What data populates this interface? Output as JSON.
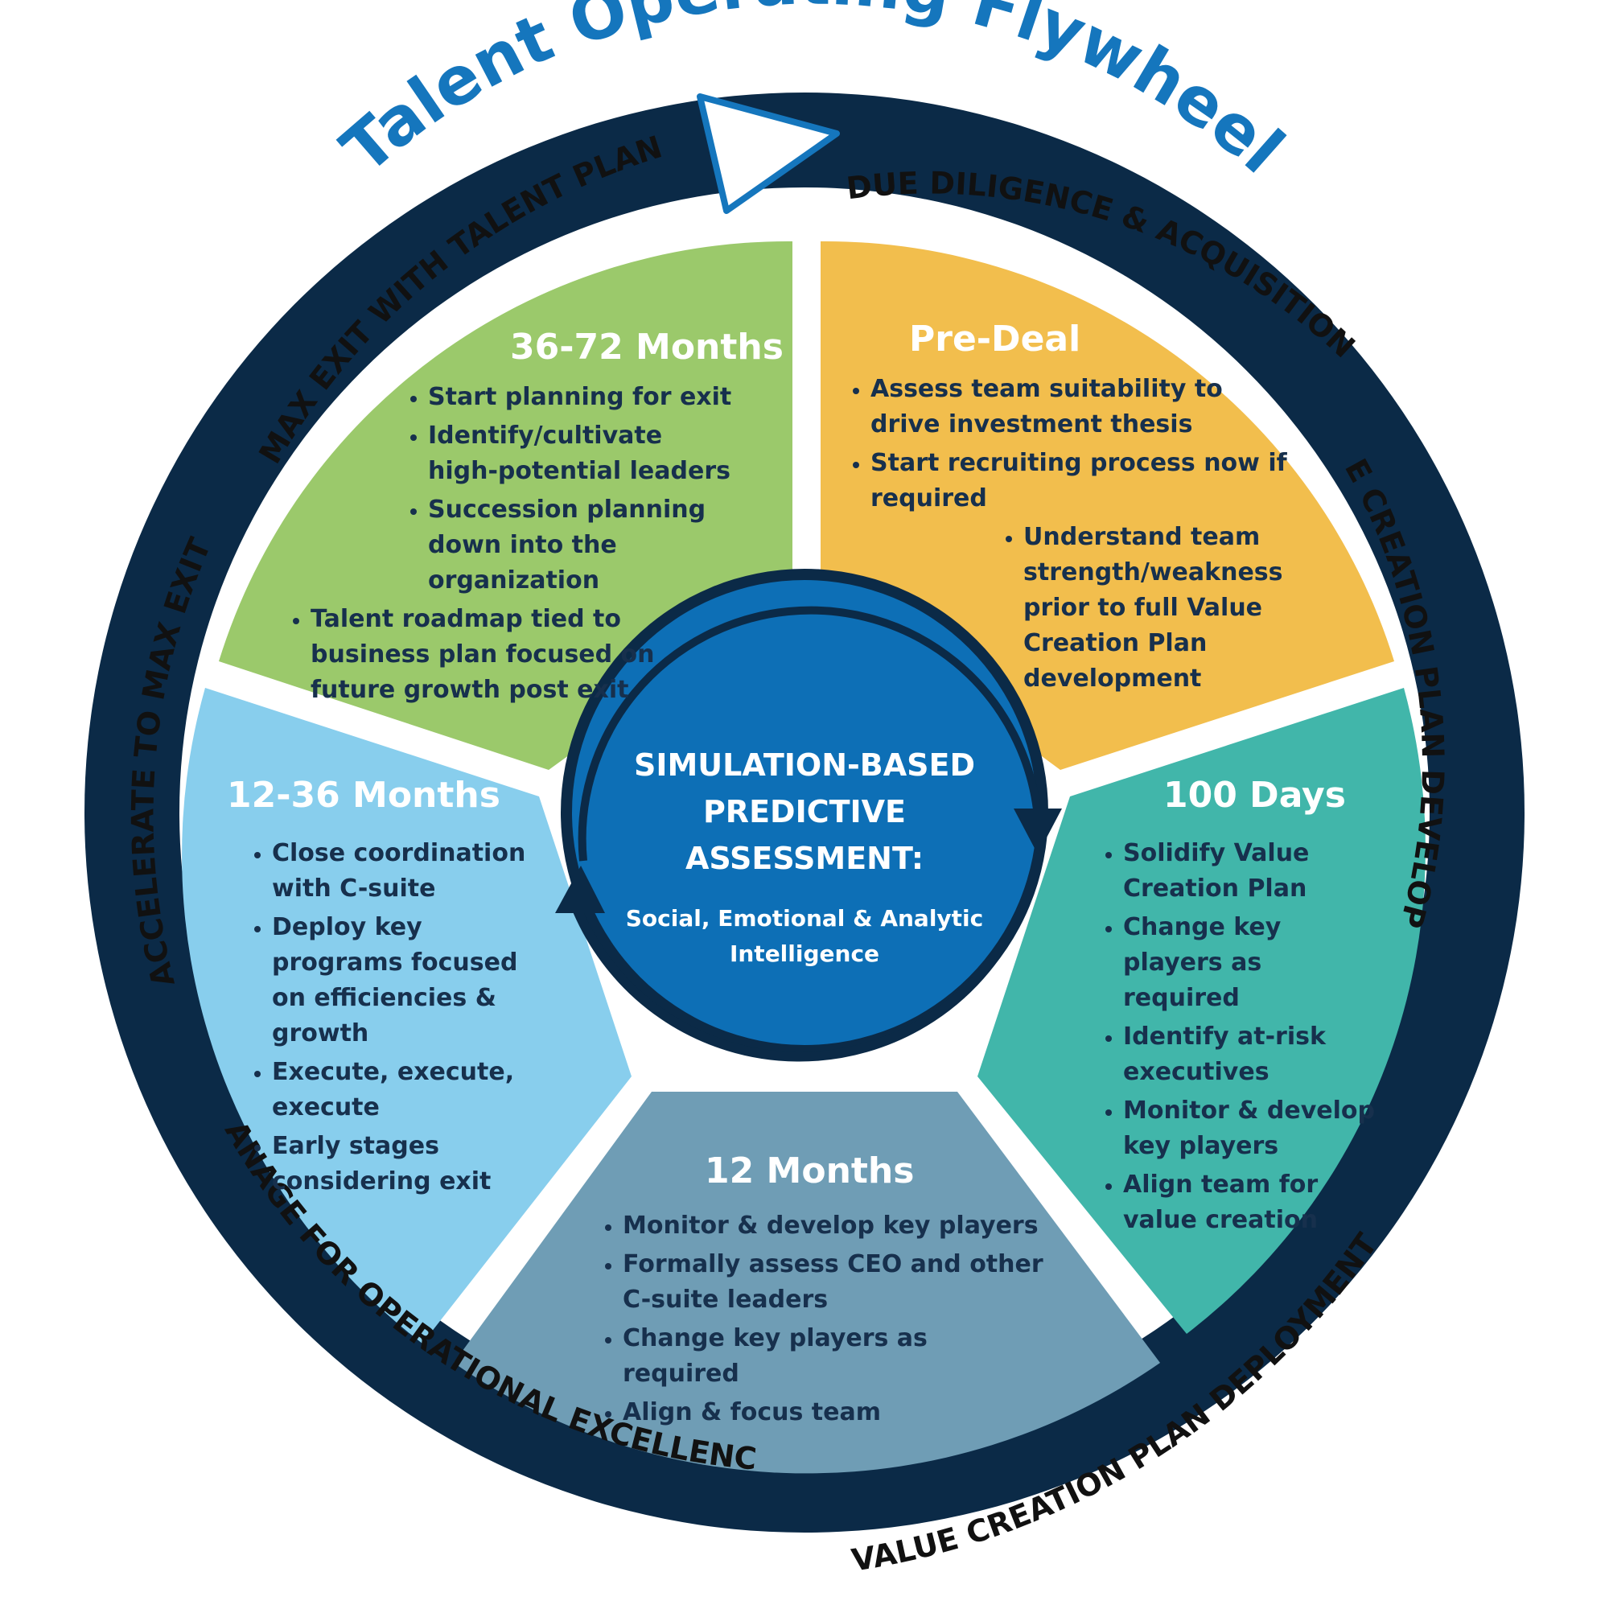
{
  "title": "Talent Operating Flywheel",
  "ring_labels": {
    "due_diligence": "DUE DILIGENCE & ACQUISITION",
    "vcp_development": "VALUE CREATION PLAN DEVELOPMENT",
    "vcp_deployment": "VALUE CREATION PLAN DEPLOYMENT",
    "operational_excellence": "MANAGE FOR OPERATIONAL EXCELLENCE",
    "accelerate": "ACCELERATE TO MAX EXIT",
    "max_exit": "MAX EXIT WITH TALENT PLAN"
  },
  "segments": {
    "pre_deal": {
      "title": "Pre-Deal",
      "color": "#f2be4d",
      "items": [
        "Assess team suitability to drive investment thesis",
        "Start recruiting process now if required",
        "Understand team strength/weakness prior to full Value Creation Plan development"
      ]
    },
    "hundred_days": {
      "title": "100 Days",
      "color": "#41b6aa",
      "items": [
        "Solidify Value Creation Plan",
        "Change key players as required",
        "Identify at-risk executives",
        "Monitor & develop key players",
        "Align team for value creation"
      ]
    },
    "twelve_months": {
      "title": "12 Months",
      "color": "#6f9db5",
      "items": [
        "Monitor & develop key players",
        "Formally assess CEO and other C-suite leaders",
        "Change key players as required",
        "Align & focus team"
      ]
    },
    "twelve_36_months": {
      "title": "12-36 Months",
      "color": "#88ceed",
      "items": [
        "Close coordination with C-suite",
        "Deploy key programs focused on efficiencies & growth",
        "Execute, execute, execute",
        "Early stages considering exit"
      ]
    },
    "thirty_six_72_months": {
      "title": "36-72 Months",
      "color": "#9bc96b",
      "items": [
        "Start planning for exit",
        "Identify/cultivate high-potential leaders",
        "Succession planning down into the organization",
        "Talent roadmap tied to business plan focused on future growth post exit"
      ]
    }
  },
  "center": {
    "title": "SIMULATION-BASED PREDICTIVE ASSESSMENT:",
    "subtitle": "Social, Emotional & Analytic Intelligence"
  },
  "colors": {
    "ring": "#0b2a47",
    "title": "#1576bd",
    "center": "#0d6fb6",
    "ring_text": "#111111",
    "dark_text": "#17304d"
  }
}
